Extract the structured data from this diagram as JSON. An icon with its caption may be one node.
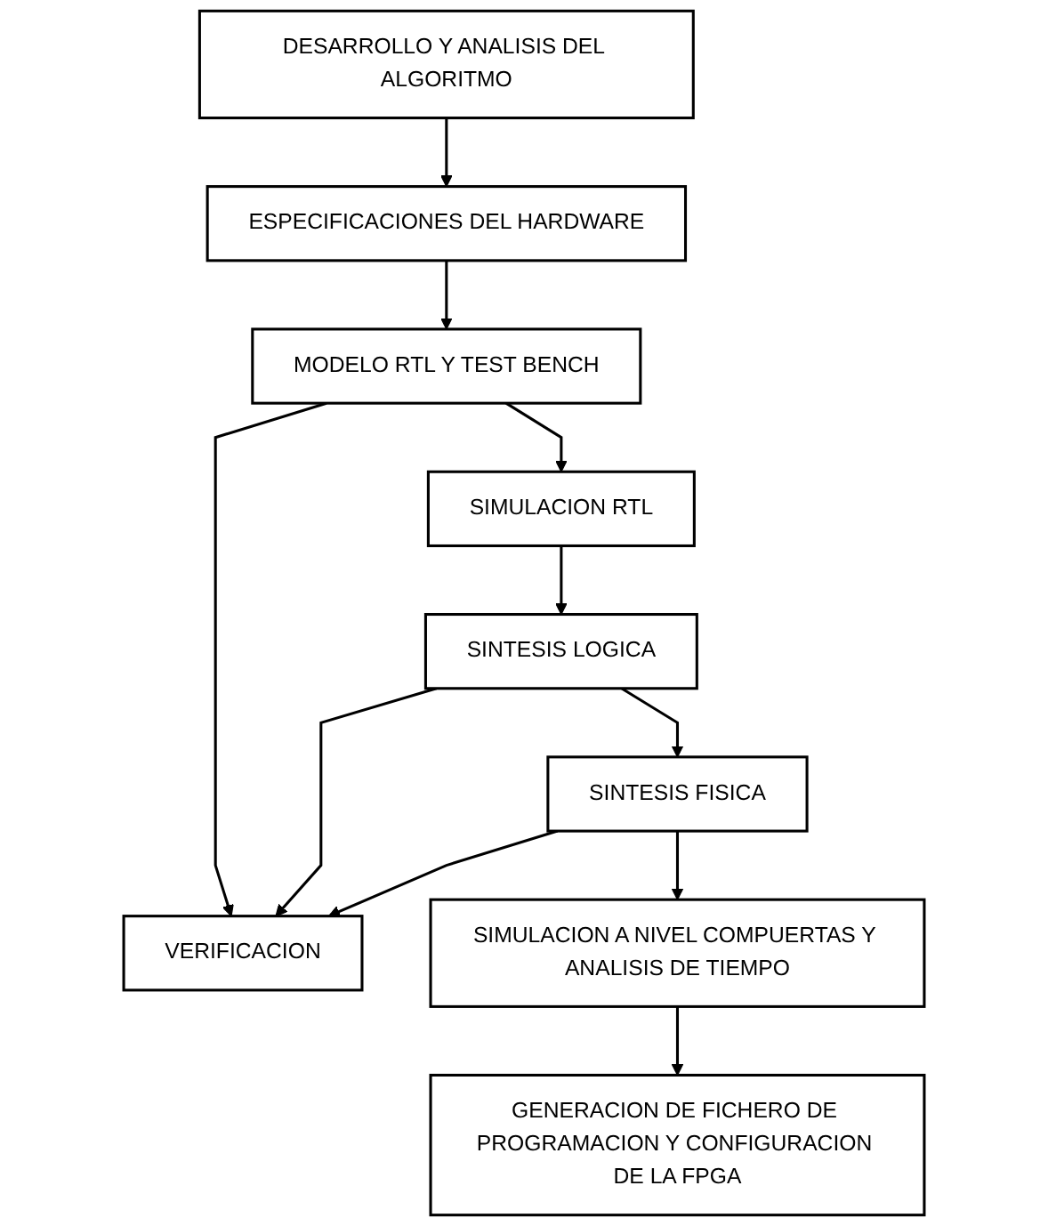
{
  "diagram": {
    "nodes": [
      {
        "text": [
          "DESARROLLO Y ANALISIS DEL ALGORITMO"
        ]
      },
      {
        "text": [
          "ESPECIFICACIONES DEL HARDWARE"
        ]
      },
      {
        "text": [
          "MODELO RTL Y TEST BENCH"
        ]
      },
      {
        "text": [
          "VERIFICACION"
        ]
      },
      {
        "text": [
          "SIMULACION RTL"
        ]
      },
      {
        "text": [
          "SINTESIS LOGICA"
        ]
      },
      {
        "text": [
          "SINTESIS FISICA"
        ]
      },
      {
        "text": [
          "SIMULACION A NIVEL COMPUERTAS Y ANALISIS DE TIEMPO"
        ]
      },
      {
        "text": [
          "GENERACION DE FICHERO DE PROGRAMACION Y CONFIGURACION DE LA FPGA"
        ]
      }
    ],
    "edges": [
      {
        "from": 0,
        "to": 1,
        "arrow": "to"
      },
      {
        "from": 1,
        "to": 2,
        "arrow": "to"
      },
      {
        "from": 2,
        "to": 3,
        "arrow": "to"
      },
      {
        "from": 2,
        "to": 4,
        "arrow": "to"
      },
      {
        "from": 4,
        "to": 5,
        "arrow": "to"
      },
      {
        "from": 5,
        "to": 6,
        "arrow": "to"
      },
      {
        "from": 5,
        "to": 3,
        "arrow": "to"
      },
      {
        "from": 6,
        "to": 7,
        "arrow": "to"
      },
      {
        "from": 6,
        "to": 3,
        "arrow": "to"
      },
      {
        "from": 7,
        "to": 8,
        "arrow": "to"
      }
    ]
  }
}
